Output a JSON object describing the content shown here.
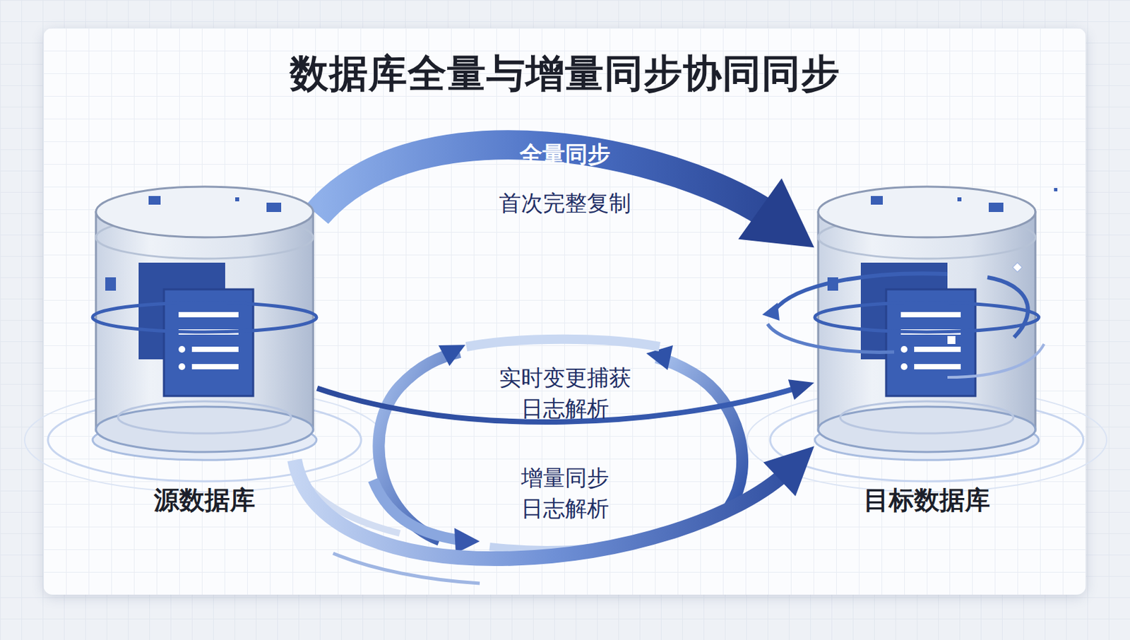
{
  "diagram": {
    "title": "数据库全量与增量同步协同同步",
    "nodes": [
      {
        "text": [
          "源数据库"
        ]
      },
      {
        "text": [
          "目标数据库"
        ]
      }
    ],
    "edges": [
      {
        "from": 0,
        "to": 1,
        "arrow": "to",
        "label": "全量同步"
      },
      {
        "from": 0,
        "to": 1,
        "arrow": "to"
      },
      {
        "from": 0,
        "to": 1,
        "arrow": "to",
        "label": "增量同步 日志解析"
      }
    ],
    "labels": [
      "首次完整复制",
      "实时变更捕获 日志解析"
    ]
  }
}
